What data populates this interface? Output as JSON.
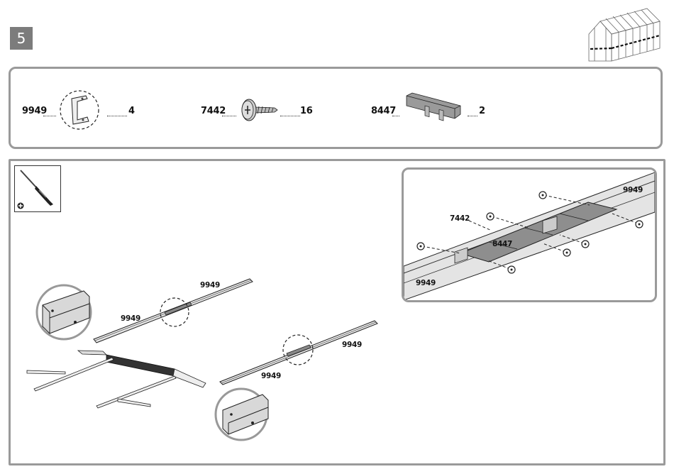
{
  "step": {
    "number": "5"
  },
  "parts": [
    {
      "code": "9949",
      "qty": "4",
      "icon": "clip-icon"
    },
    {
      "code": "7442",
      "qty": "16",
      "icon": "screw-icon"
    },
    {
      "code": "8447",
      "qty": "2",
      "icon": "connector-icon"
    }
  ],
  "tool": {
    "icon": "screwdriver-icon"
  },
  "diagram_labels": {
    "upper_rail_top": "9949",
    "upper_rail_left": "9949",
    "lower_rail_right": "9949",
    "lower_rail_bottom": "9949"
  },
  "detail_labels": {
    "rail_top": "9949",
    "screw": "7442",
    "connector": "8447",
    "rail_bottom": "9949"
  }
}
